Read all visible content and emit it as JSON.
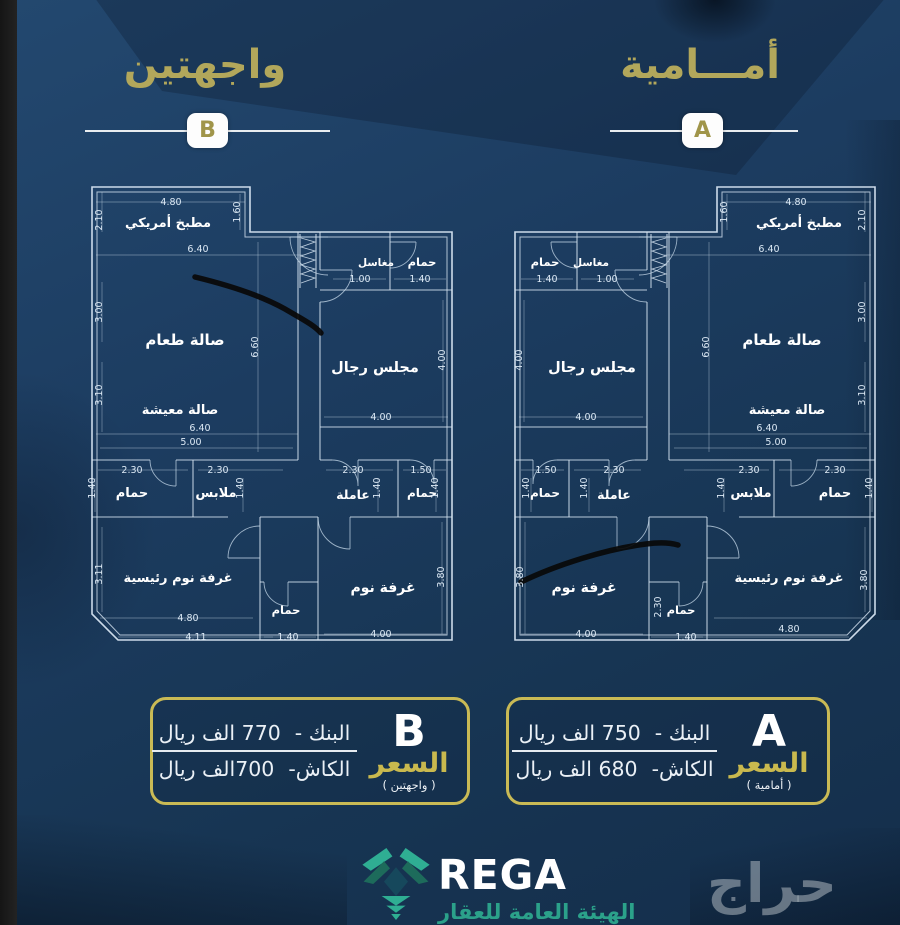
{
  "colors": {
    "navy": "#1c3c60",
    "gold": "#b2a75b",
    "teal": "#2ba18a",
    "wall_line": "#d6e4f1",
    "border_gold": "#c9ba55"
  },
  "sections": {
    "b": {
      "title": "واجهتين",
      "badge": "B"
    },
    "a": {
      "title": "أمـــامية",
      "badge": "A"
    }
  },
  "rooms": {
    "kitchen": "مطبخ أمريكي",
    "dining": "صالة طعام",
    "living": "صالة معيشة",
    "majlis": "مجلس رجال",
    "sinks": "مغاسل",
    "bath": "حمام",
    "closet": "ملابس",
    "maid": "عاملة",
    "master": "غرفة نوم رئيسية",
    "bedroom": "غرفة نوم"
  },
  "dims": {
    "d480": "4.80",
    "d210": "2.10",
    "d160": "1.60",
    "d640": "6.40",
    "d300": "3.00",
    "d310": "3.10",
    "d660": "6.60",
    "d100": "1.00",
    "d140": "1.40",
    "d400": "4.00",
    "d500": "5.00",
    "d230": "2.30",
    "d150": "1.50",
    "d311": "3.11",
    "d411": "4.11",
    "d380": "3.80"
  },
  "prices": {
    "b": {
      "letter": "B",
      "label": "السعر",
      "sub": "( واجهتين )",
      "bank_label": "البنك -",
      "bank_value": "770 الف ريال",
      "cash_label": "الكاش-",
      "cash_value": "700الف ريال"
    },
    "a": {
      "letter": "A",
      "label": "السعر",
      "sub": "( أمامية )",
      "bank_label": "البنك -",
      "bank_value": "750 الف ريال",
      "cash_label": "الكاش-",
      "cash_value": "680 الف ريال"
    }
  },
  "footer": {
    "brand": "REGA",
    "org": "الهيئة العامة للعقار",
    "watermark": "حراج"
  }
}
